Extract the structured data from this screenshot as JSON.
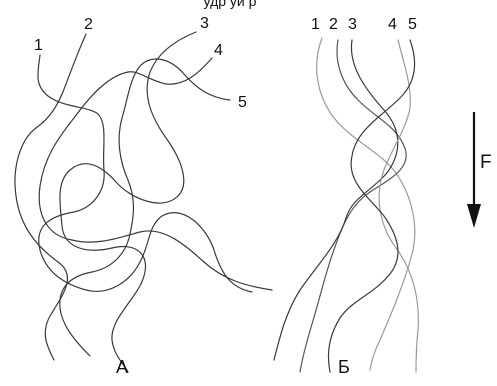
{
  "top_caption_partial": "удр уй  р",
  "panel_a": {
    "label": "А",
    "chain_numbers": [
      "1",
      "2",
      "3",
      "4",
      "5"
    ]
  },
  "panel_b": {
    "label": "Б",
    "chain_numbers": [
      "1",
      "2",
      "3",
      "4",
      "5"
    ]
  },
  "force": {
    "label": "F",
    "direction": "down"
  },
  "colors": {
    "chain_dark": "#3a3a3a",
    "chain_mid": "#555555",
    "chain_light": "#9a9a9a",
    "text": "#111111"
  }
}
